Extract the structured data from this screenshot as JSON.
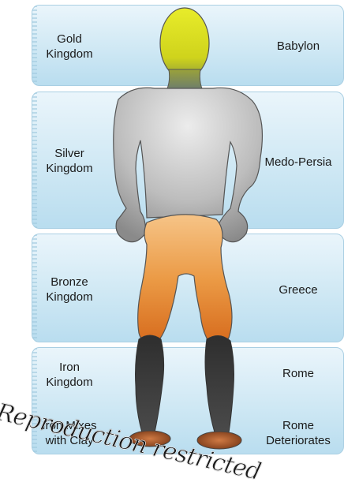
{
  "bands": {
    "gold": {
      "left": "Gold\nKingdom",
      "right": "Babylon"
    },
    "silver": {
      "left": "Silver\nKingdom",
      "right": "Medo-Persia"
    },
    "bronze": {
      "left": "Bronze\nKingdom",
      "right": "Greece"
    },
    "iron": {
      "left": "Iron\nKingdom",
      "right": "Rome"
    },
    "clay": {
      "left": "Iron Mixes\nwith Clay",
      "right": "Rome\nDeteriorates"
    }
  },
  "colors": {
    "gold": "#d9dc1f",
    "silver": "#a9a9a9",
    "bronze": "#e08a3a",
    "iron": "#3a3a3a",
    "clay": "#b5582a",
    "band": "#cfe8f4"
  },
  "icons": [
    "statue-figure"
  ],
  "watermark": "Reproduction restricted"
}
